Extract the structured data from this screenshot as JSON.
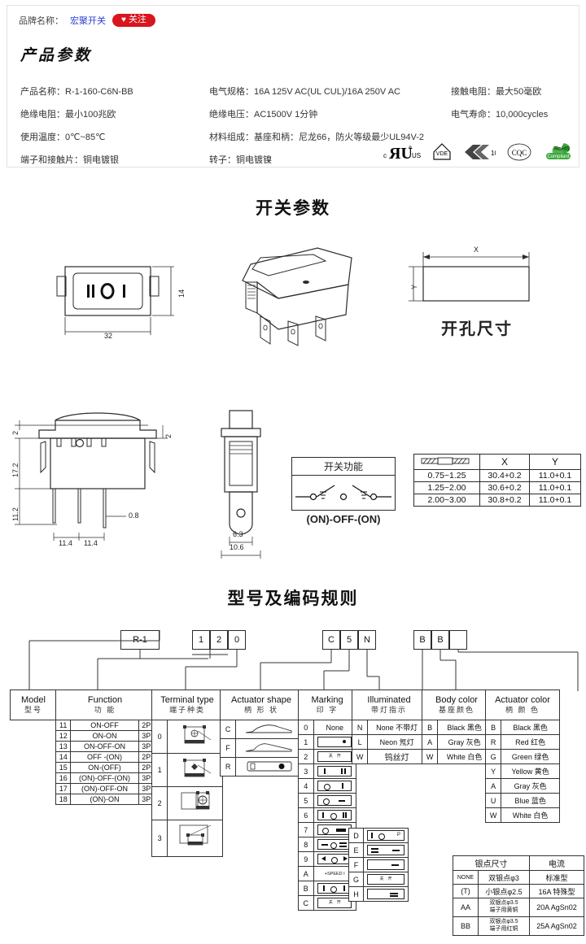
{
  "header": {
    "brand_label": "品牌名称：",
    "brand_name": "宏聚开关",
    "follow_button": "关注",
    "heart_icon": "♥"
  },
  "spec": {
    "title": "产品参数",
    "rows": [
      {
        "c1": "产品名称：R-1-160-C6N-BB",
        "c2": "电气规格：16A  125V  AC(UL CUL)/16A 250V  AC",
        "c3": "接触电阻：最大50毫欧"
      },
      {
        "c1": "绝缘电阻：最小100兆欧",
        "c2": "绝缘电压：AC1500V 1分钟",
        "c3": "电气寿命：10,000cycles"
      },
      {
        "c1": "使用温度：0℃~85℃",
        "c2": "材料组成：基座和柄：尼龙66，防火等级最少UL94V-2",
        "c3": ""
      },
      {
        "c1": "端子和接触片：铜电镀银",
        "c2": "转子：铜电镀镍",
        "c3": ""
      }
    ],
    "certifications": [
      "culus-logo",
      "vde-logo",
      "china-rohs-10-logo",
      "cqc-logo",
      "rohs-compliant-logo"
    ]
  },
  "switch_section": {
    "title": "开关参数",
    "front_view": {
      "width": "32",
      "height": "14",
      "markings": "II O I"
    },
    "panel_cutout": {
      "label": "开孔尺寸",
      "x_label": "X",
      "y_label": "Y"
    },
    "side_view": {
      "top_gap_left": "2",
      "top_gap_right": "2",
      "body_height": "17.2",
      "pin_height": "11.2",
      "pin_pitch_1": "11.4",
      "pin_pitch_2": "11.4",
      "pin_thickness": "0.8"
    },
    "end_view": {
      "width_inner": "6.3",
      "width_outer": "10.6"
    }
  },
  "function_block": {
    "header": "开关功能",
    "caption": "(ON)-OFF-(ON)"
  },
  "xy_table": {
    "headers": [
      "",
      "X",
      "Y"
    ],
    "rows": [
      [
        "0.75~1.25",
        "30.4+0.2",
        "11.0+0.1"
      ],
      [
        "1.25~2.00",
        "30.6+0.2",
        "11.0+0.1"
      ],
      [
        "2.00~3.00",
        "30.8+0.2",
        "11.0+0.1"
      ]
    ]
  },
  "coding": {
    "title": "型号及编码规则",
    "boxes": [
      "R-1",
      "1",
      "2",
      "0",
      "C",
      "5",
      "N",
      "B",
      "B",
      ""
    ]
  },
  "decode": {
    "model": {
      "en": "Model",
      "cn": "型号"
    },
    "function": {
      "en": "Function",
      "cn": "功 能",
      "rows": [
        [
          "11",
          "ON-OFF",
          "2P"
        ],
        [
          "12",
          "ON-ON",
          "3P"
        ],
        [
          "13",
          "ON-OFF-ON",
          "3P"
        ],
        [
          "14",
          "OFF -(ON)",
          "2P"
        ],
        [
          "15",
          "ON-(OFF)",
          "2P"
        ],
        [
          "16",
          "(ON)-OFF-(ON)",
          "3P"
        ],
        [
          "17",
          "(ON)-OFF-ON",
          "3P"
        ],
        [
          "18",
          "(ON)-ON",
          "3P"
        ]
      ]
    },
    "terminal": {
      "en": "Terminal type",
      "cn": "端子种类",
      "rows": [
        "0",
        "1",
        "2",
        "3"
      ]
    },
    "actuator_shape": {
      "en": "Actuator shape",
      "cn": "柄 形 状",
      "rows": [
        "C",
        "F",
        "R"
      ]
    },
    "marking": {
      "en": "Marking",
      "cn": "印 字",
      "rows": [
        "0",
        "1",
        "2",
        "3",
        "4",
        "5",
        "6",
        "7",
        "8",
        "9",
        "A",
        "B",
        "C"
      ],
      "row0_text": "None",
      "rowA_text": "+SPEED I"
    },
    "marking_extra": {
      "rows": [
        "D",
        "E",
        "F",
        "G",
        "H"
      ]
    },
    "illuminated": {
      "en": "Illuminated",
      "cn": "带灯指示",
      "rows": [
        [
          "N",
          "None 不带灯"
        ],
        [
          "L",
          "Neon 氖灯"
        ],
        [
          "W",
          "钨丝灯"
        ]
      ]
    },
    "body_color": {
      "en": "Body color",
      "cn": "基座颜色",
      "rows": [
        [
          "B",
          "Black 黑色"
        ],
        [
          "A",
          "Gray 灰色"
        ],
        [
          "W",
          "White 白色"
        ]
      ]
    },
    "actuator_color": {
      "en": "Actuator color",
      "cn": "柄 颜 色",
      "rows": [
        [
          "B",
          "Black 黑色"
        ],
        [
          "R",
          "Red  红色"
        ],
        [
          "G",
          "Green 绿色"
        ],
        [
          "Y",
          "Yellow 黄色"
        ],
        [
          "A",
          "Gray 灰色"
        ],
        [
          "U",
          "Blue  蓝色"
        ],
        [
          "W",
          "White 白色"
        ]
      ]
    }
  },
  "silver_table": {
    "headers": [
      "银点尺寸",
      "电流"
    ],
    "rows": [
      [
        "NONE",
        "双银点φ3",
        "标准型"
      ],
      [
        "(T)",
        "小银点φ2.5",
        "16A  特殊型"
      ],
      [
        "AA",
        "双银点φ3.5<br>端子用黄铜",
        "20A  AgSn02"
      ],
      [
        "BB",
        "双银点φ3.5<br>端子用红铜",
        "25A  AgSn02"
      ]
    ]
  }
}
